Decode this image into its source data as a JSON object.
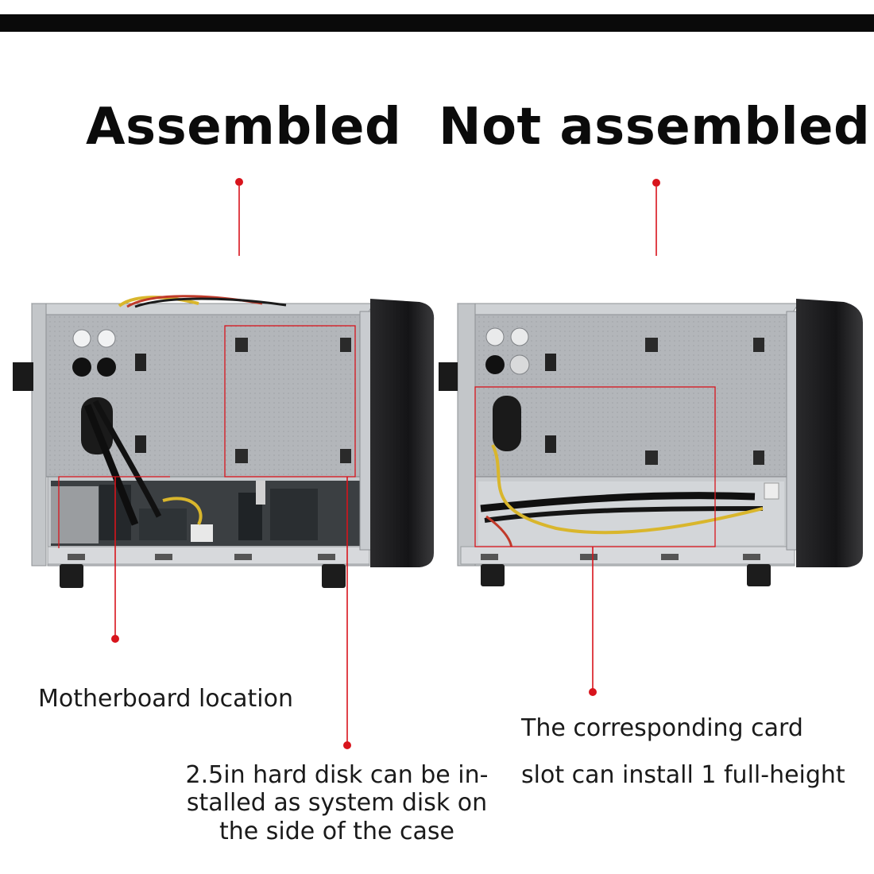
{
  "headings": {
    "assembled": "Assembled",
    "not_assembled": "Not assembled"
  },
  "annotations": {
    "motherboard": "Motherboard location",
    "hard_disk": "2.5in hard disk can be installed as system disk on the side of the case",
    "hard_disk_lines": [
      "2.5in hard disk can be in-",
      "stalled as system disk on",
      "the side of the case"
    ],
    "card_slot_lines": [
      "The corresponding card",
      "slot can install 1 full-height"
    ]
  },
  "colors": {
    "accent": "#d8141c",
    "bar": "#0a0a0a",
    "chassis": "#b9bcc0",
    "bezel": "#1c1c1e"
  }
}
